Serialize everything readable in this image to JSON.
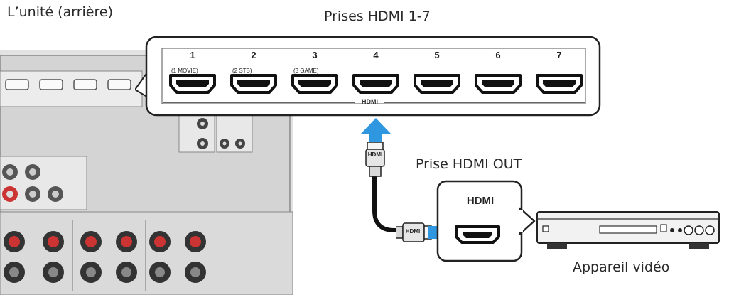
{
  "labels": {
    "unit_rear": "L’unité (arrière)",
    "hdmi_inputs": "Prises HDMI 1-7",
    "hdmi_out": "Prise HDMI OUT",
    "video_device": "Appareil vidéo"
  },
  "hdmi_panel": {
    "ports": [
      {
        "number": "1",
        "tag": "(1 MOVIE)"
      },
      {
        "number": "2",
        "tag": "(2 STB)"
      },
      {
        "number": "3",
        "tag": "(3 GAME)"
      },
      {
        "number": "4",
        "tag": ""
      },
      {
        "number": "5",
        "tag": ""
      },
      {
        "number": "6",
        "tag": ""
      },
      {
        "number": "7",
        "tag": ""
      }
    ],
    "bar_label": "HDMI"
  },
  "cable": {
    "plug_top": "HDMI",
    "plug_bottom": "HDMI"
  },
  "device_box": {
    "label": "HDMI"
  },
  "colors": {
    "arrow": "#2f97e0",
    "panel_grey": "#d6d6d6",
    "outline": "#222222"
  }
}
